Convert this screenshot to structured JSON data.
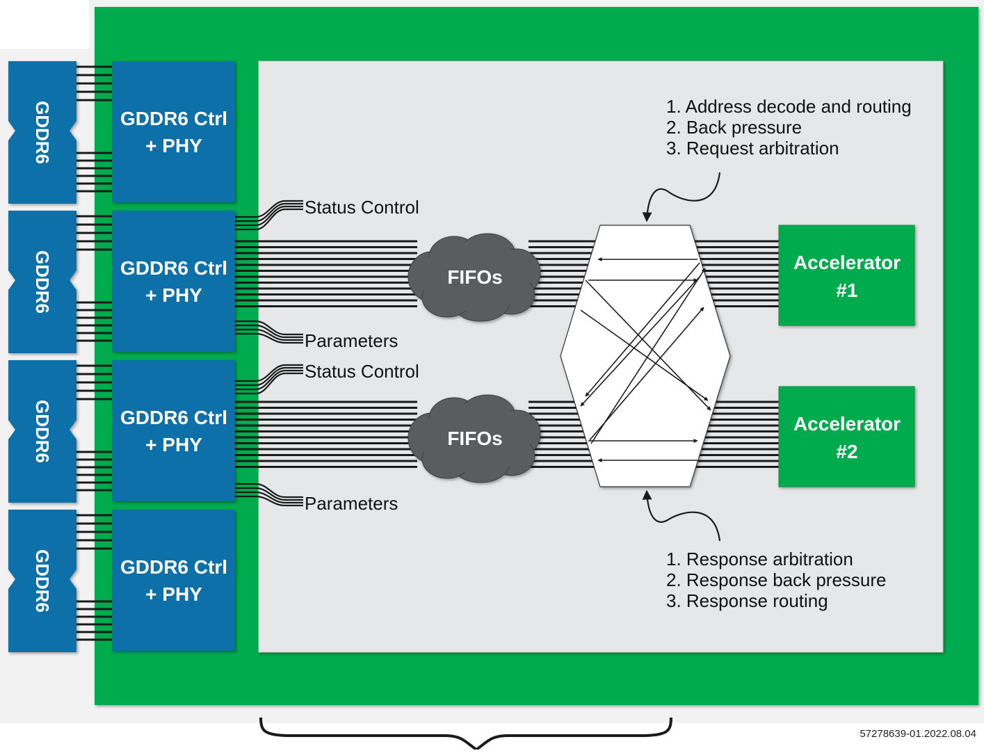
{
  "colors": {
    "fpga_green": "#00ab4e",
    "memory_blue": "#1070a8",
    "noc_gray": "#e6e7e8",
    "cloud_gray": "#5a5b5d",
    "wire": "#1a1a1a",
    "page_bg": "#f2f2f2"
  },
  "memory": {
    "chip_label": "GDDR6",
    "controllers": [
      {
        "line1": "GDDR6 Ctrl",
        "line2": "+ PHY"
      },
      {
        "line1": "GDDR6 Ctrl",
        "line2": "+ PHY"
      },
      {
        "line1": "GDDR6 Ctrl",
        "line2": "+ PHY"
      },
      {
        "line1": "GDDR6 Ctrl",
        "line2": "+ PHY"
      }
    ]
  },
  "signals": {
    "status_control": "Status Control",
    "parameters": "Parameters"
  },
  "fifos": {
    "label": "FIFOs"
  },
  "accelerators": [
    {
      "line1": "Accelerator",
      "line2": "#1"
    },
    {
      "line1": "Accelerator",
      "line2": "#2"
    }
  ],
  "request_notes": [
    "1. Address decode and routing",
    "2. Back pressure",
    "3. Request arbitration"
  ],
  "response_notes": [
    "1. Response arbitration",
    "2. Response back pressure",
    "3. Response routing"
  ],
  "footer": {
    "doc_id": "57278639-01.2022.08.04"
  }
}
